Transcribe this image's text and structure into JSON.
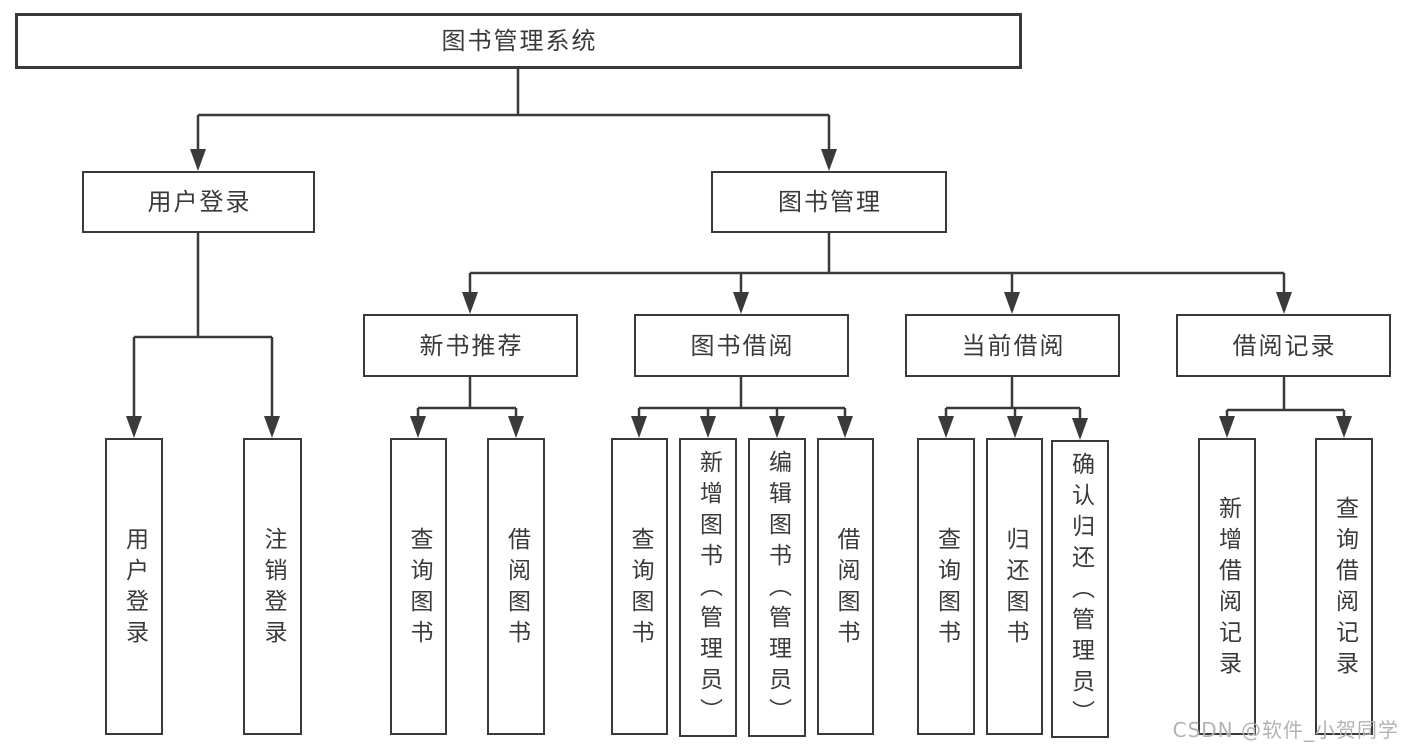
{
  "diagram": {
    "root": {
      "label": "图书管理系统"
    },
    "branches": [
      {
        "label": "用户登录",
        "children": [
          "用户登录",
          "注销登录"
        ]
      },
      {
        "label": "图书管理",
        "sections": [
          {
            "label": "新书推荐",
            "children": [
              "查询图书",
              "借阅图书"
            ]
          },
          {
            "label": "图书借阅",
            "children": [
              "查询图书",
              "新增图书（管理员）",
              "编辑图书（管理员）",
              "借阅图书"
            ]
          },
          {
            "label": "当前借阅",
            "children": [
              "查询图书",
              "归还图书",
              "确认归还（管理员）"
            ]
          },
          {
            "label": "借阅记录",
            "children": [
              "新增借阅记录",
              "查询借阅记录"
            ]
          }
        ]
      }
    ]
  },
  "watermark": {
    "text": "CSDN @软件_小贺同学"
  },
  "colors": {
    "line": "#3a3a3a",
    "box_border": "#3a3a3a",
    "box_background": "#ffffff",
    "text": "#3a3a3a",
    "watermark": "#b3b3b3"
  }
}
